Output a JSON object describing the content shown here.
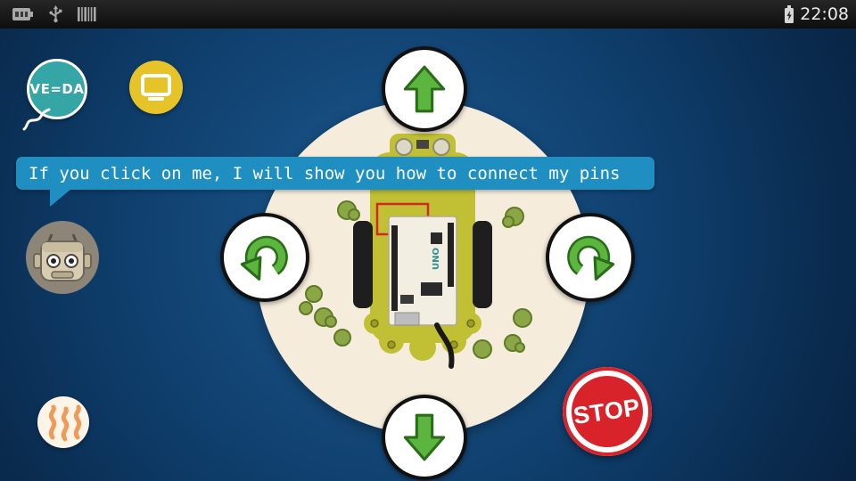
{
  "status_bar": {
    "time": "22:08",
    "left_icons": [
      "battery-log-icon",
      "usb-icon",
      "barcode-icon"
    ],
    "right_icons": [
      "battery-charging-icon"
    ]
  },
  "header": {
    "logo_label": "VE=DA"
  },
  "speech_bubble": {
    "text": "If you click on me, I will show you how to connect my pins"
  },
  "controls": {
    "stop_label": "STOP",
    "buttons": [
      "move-forward",
      "move-backward",
      "rotate-left",
      "rotate-right",
      "stop",
      "screen",
      "heat-waves",
      "robot-avatar"
    ]
  },
  "colors": {
    "background_navy": "#0d3a66",
    "bubble_blue": "#1f8fc2",
    "logo_teal": "#36a5a5",
    "screen_yellow": "#e6c329",
    "arrow_green": "#5cb53e",
    "stop_red": "#d8232a",
    "arena_cream": "#f6ecdb",
    "chassis_olive": "#c1c034"
  }
}
